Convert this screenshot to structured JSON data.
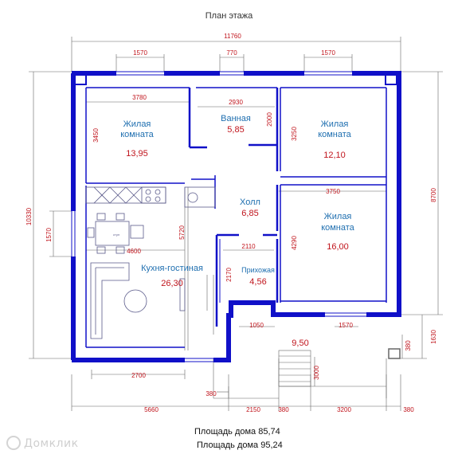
{
  "title": "План этажа",
  "colors": {
    "wall": "#1010c8",
    "room_name": "#1f6fb0",
    "room_area": "#c0141c",
    "dim_text": "#c0141c",
    "dim_line": "#555555",
    "furniture": "#5a5a8a"
  },
  "rooms": [
    {
      "name": "Жилая\nкомната",
      "area": "13,95"
    },
    {
      "name": "Ванная",
      "area": "5,85"
    },
    {
      "name": "Жилая\nкомната",
      "area": "12,10"
    },
    {
      "name": "Холл",
      "area": "6,85"
    },
    {
      "name": "Жилая\nкомната",
      "area": "16,00"
    },
    {
      "name": "Кухня-гостиная",
      "area": "26,30"
    },
    {
      "name": "Прихожая",
      "area": "4,56"
    },
    {
      "name": "",
      "area": "9,50"
    }
  ],
  "dimensions": {
    "top_total": "11760",
    "window1": "1570",
    "window2": "770",
    "window3": "1570",
    "room1_width": "3780",
    "bath_width": "2930",
    "bath_height": "2000",
    "room1_height": "3450",
    "room2_height": "3250",
    "room3_width": "3750",
    "room3_height": "4290",
    "kitchen_height": "5720",
    "kitchen_width": "4600",
    "hall_width": "2110",
    "entry_height": "2170",
    "entry_door": "1050",
    "window_bottom": "1570",
    "left_window": "1570",
    "left_total": "10330",
    "right_total": "8700",
    "right_small1": "1630",
    "right_small2": "380",
    "porch_h": "3000",
    "bottom_window": "2700",
    "step": "380",
    "bottom1": "5660",
    "bottom2": "2150",
    "bottom3": "380",
    "bottom4": "3200",
    "bottom5": "380"
  },
  "furniture_labels": {
    "chair": "стул"
  },
  "house_area_line": "Площадь дома  85,74",
  "house_area_total_line": "Площадь дома  95,24",
  "watermark": "Домклик"
}
